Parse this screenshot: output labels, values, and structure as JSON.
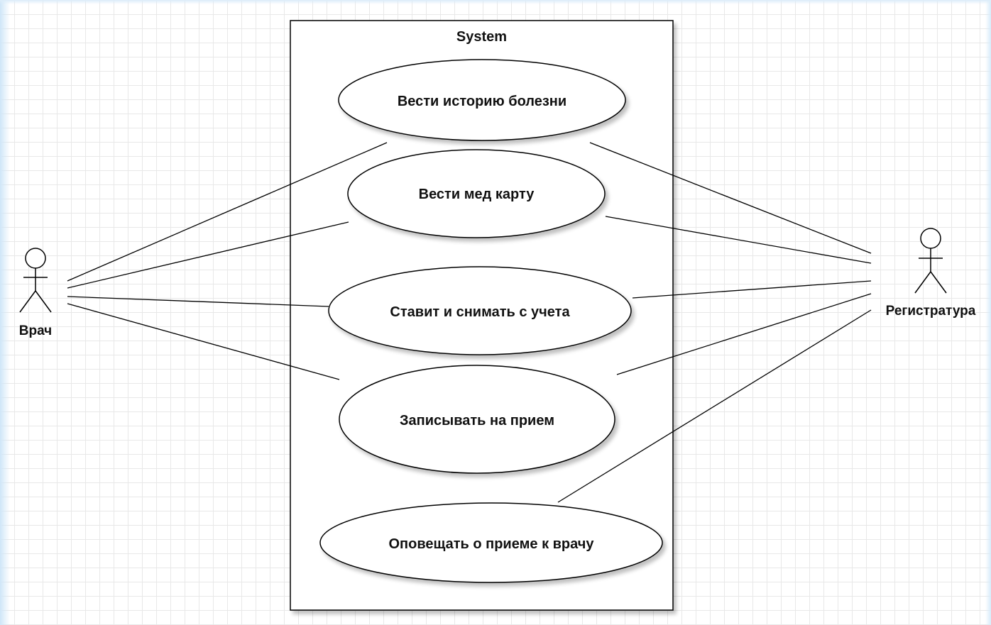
{
  "system": {
    "title": "System"
  },
  "use_cases": [
    {
      "id": "uc1",
      "label": "Вести историю болезни"
    },
    {
      "id": "uc2",
      "label": "Вести мед карту"
    },
    {
      "id": "uc3",
      "label": "Ставит и снимать с учета"
    },
    {
      "id": "uc4",
      "label": "Записывать на прием"
    },
    {
      "id": "uc5",
      "label": "Оповещать о приеме к врачу"
    }
  ],
  "actors": [
    {
      "id": "doctor",
      "label": "Врач"
    },
    {
      "id": "registry",
      "label": "Регистратура"
    }
  ],
  "associations": [
    {
      "actor": "doctor",
      "use_case": "uc1"
    },
    {
      "actor": "doctor",
      "use_case": "uc2"
    },
    {
      "actor": "doctor",
      "use_case": "uc3"
    },
    {
      "actor": "doctor",
      "use_case": "uc4"
    },
    {
      "actor": "registry",
      "use_case": "uc1"
    },
    {
      "actor": "registry",
      "use_case": "uc2"
    },
    {
      "actor": "registry",
      "use_case": "uc3"
    },
    {
      "actor": "registry",
      "use_case": "uc4"
    },
    {
      "actor": "registry",
      "use_case": "uc5"
    }
  ]
}
